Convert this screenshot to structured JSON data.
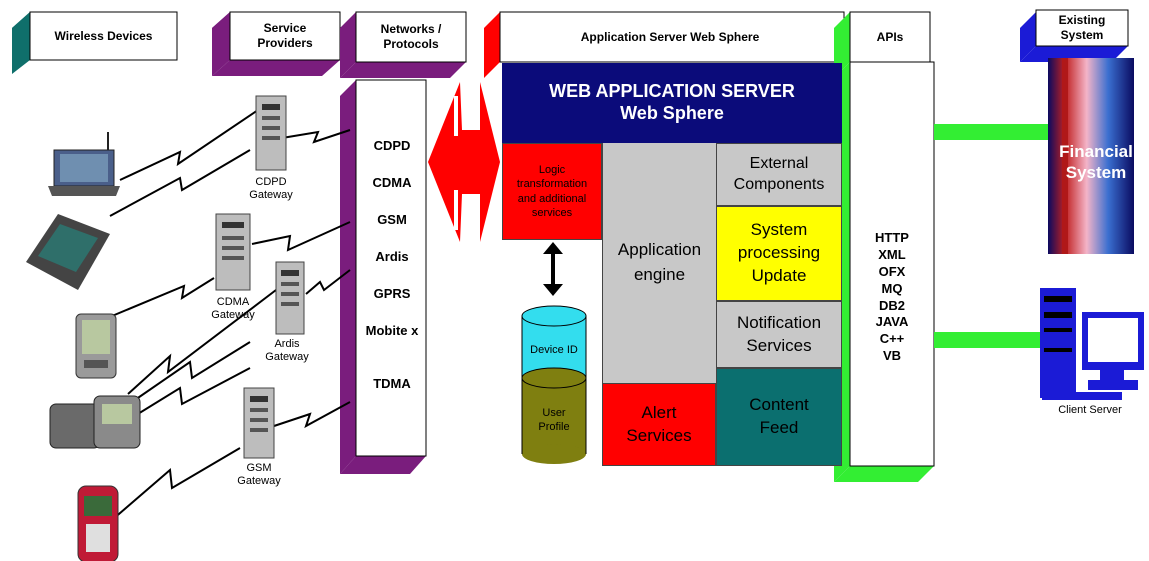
{
  "headers": {
    "wireless_devices": "Wireless Devices",
    "service_providers": "Service Providers",
    "networks_protocols": "Networks / Protocols",
    "app_server": "Application Server Web Sphere",
    "apis": "APIs",
    "existing_system": "Existing System"
  },
  "gateways": {
    "cdpd": "CDPD Gateway",
    "cdma": "CDMA Gateway",
    "ardis": "Ardis Gateway",
    "gsm": "GSM Gateway"
  },
  "networks": [
    "CDPD",
    "CDMA",
    "GSM",
    "Ardis",
    "GPRS",
    "Mobite x",
    "TDMA"
  ],
  "web_app_server": {
    "line1": "WEB APPLICATION SERVER",
    "line2": "Web Sphere"
  },
  "modules": {
    "logic": "Logic transformation and additional services",
    "application_engine": "Application engine",
    "external_components": "External Components",
    "system_processing": "System processing Update",
    "notification": "Notification Services",
    "alert": "Alert Services",
    "content_feed": "Content Feed",
    "device_id": "Device ID",
    "user_profile": "User Profile"
  },
  "apis": [
    "HTTP",
    "XML",
    "OFX",
    "MQ",
    "DB2",
    "JAVA",
    "C++",
    "VB"
  ],
  "existing": {
    "financial_system": "Financial System",
    "client_server": "Client Server"
  },
  "colors": {
    "teal": "#0f6f6b",
    "purple": "#7a1d7d",
    "red": "#ff0000",
    "navy": "#0b0b7a",
    "green": "#33ee33",
    "blue": "#1b1bd6",
    "yellow": "#ffff00",
    "gray": "#c8c8c8",
    "olive": "#7f7f10",
    "cyan": "#33ddee",
    "dark_teal": "#0b6f6f"
  }
}
